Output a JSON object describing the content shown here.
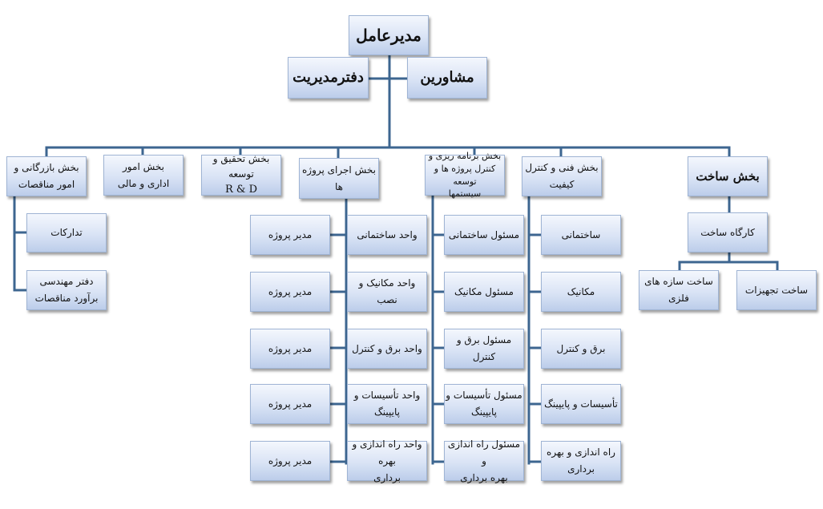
{
  "top": {
    "ceo": "مدیرعامل",
    "advisors": "مشاورین",
    "office": "دفترمدیریت"
  },
  "departments": {
    "construction": "بخش ساخت",
    "technical": "بخش فنی و کنترل\nکیفیت",
    "planning": "بخش برنامه ریزی و\nکنترل پروژه ها و توسعه\nسیستمها",
    "execution": "بخش اجرای پروژه ها",
    "rnd": "بخش تحقیق و توسعه",
    "rnd_en": "R & D",
    "admin": "بخش امور\nاداری و مالی",
    "commerce": "بخش بازرگانی و\nامور مناقصات"
  },
  "commerce_sub": {
    "procurement": "تدارکات",
    "estimation": "دفتر مهندسی\nبرآورد مناقصات"
  },
  "execution_units": [
    "واحد ساختمانی",
    "واحد مکانیک و نصب",
    "واحد برق و کنترل",
    "واحد تأسیسات و\nپایپینگ",
    "واحد راه اندازی و بهره\nبرداری"
  ],
  "project_managers": [
    "مدیر پروژه",
    "مدیر پروژه",
    "مدیر پروژه",
    "مدیر پروژه",
    "مدیر پروژه"
  ],
  "planning_units": [
    "مسئول ساختمانی",
    "مسئول مکانیک",
    "مسئول برق و کنترل",
    "مسئول تأسیسات و\nپایپینگ",
    "مسئول راه اندازی و\nبهره برداری"
  ],
  "technical_units": [
    "ساختمانی",
    "مکانیک",
    "برق و کنترل",
    "تأسیسات و پایپینگ",
    "راه اندازی و بهره\nبرداری"
  ],
  "construction_sub": {
    "workshop": "کارگاه ساخت",
    "equipment": "ساخت تجهیزات",
    "metal": "ساخت سازه های\nفلزی"
  },
  "colors": {
    "connector": "#3d6690",
    "box_top": "#f4f7fd",
    "box_bottom": "#bccdea"
  }
}
